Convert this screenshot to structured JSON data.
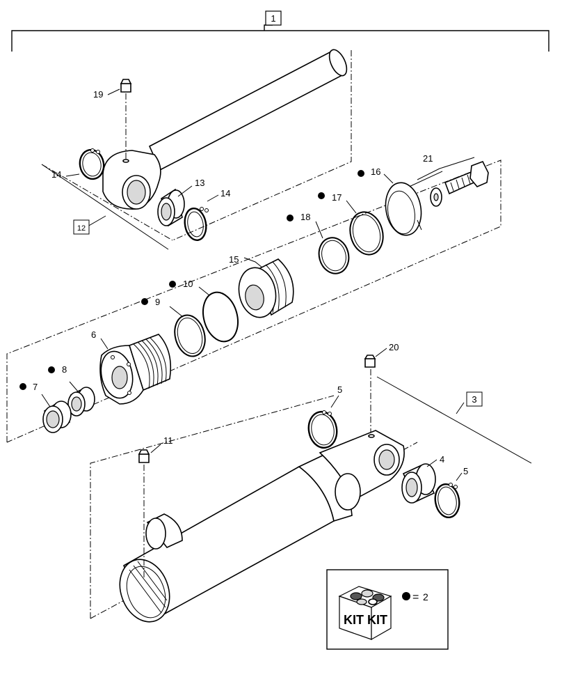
{
  "callouts": {
    "c1": "1",
    "c3": "3",
    "c12": "12",
    "c19": "19",
    "c14a": "14",
    "c13": "13",
    "c14b": "14",
    "c21": "21",
    "c16": "16",
    "c17": "17",
    "c18": "18",
    "c15": "15",
    "c10": "10",
    "c9": "9",
    "c6": "6",
    "c8": "8",
    "c7": "7",
    "c20": "20",
    "c5a": "5",
    "c4": "4",
    "c5b": "5",
    "c11": "11"
  },
  "kit": {
    "box_label_1": "KIT",
    "box_label_2": "KIT",
    "equals": "=",
    "ref": "2"
  }
}
